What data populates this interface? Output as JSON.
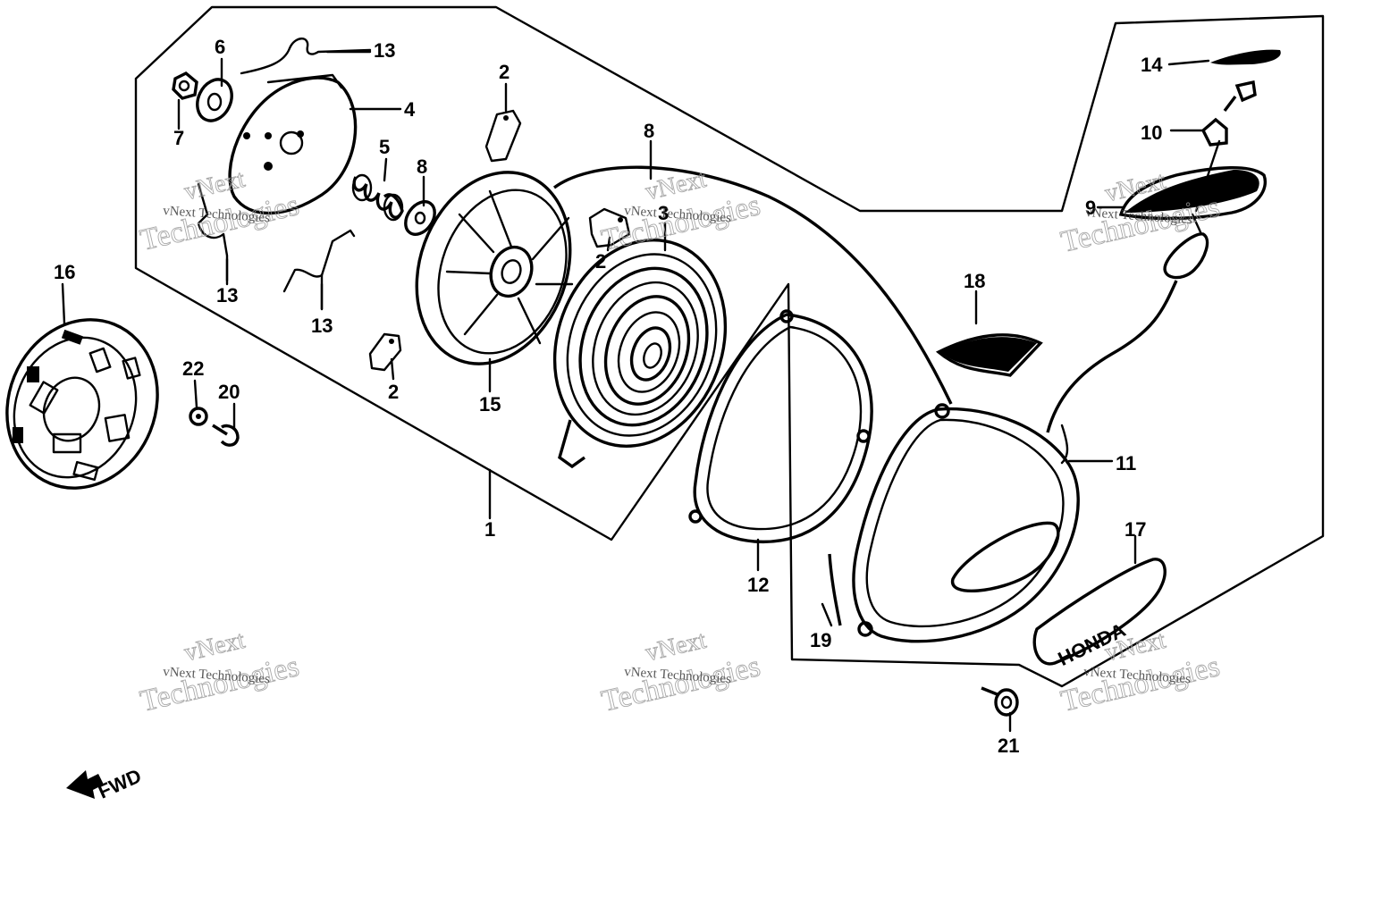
{
  "callouts": [
    {
      "id": "c6",
      "text": "6"
    },
    {
      "id": "c13a",
      "text": "13"
    },
    {
      "id": "c4",
      "text": "4"
    },
    {
      "id": "c7",
      "text": "7"
    },
    {
      "id": "c2a",
      "text": "2"
    },
    {
      "id": "c5",
      "text": "5"
    },
    {
      "id": "c8a",
      "text": "8"
    },
    {
      "id": "c8b",
      "text": "8"
    },
    {
      "id": "c14",
      "text": "14"
    },
    {
      "id": "c10",
      "text": "10"
    },
    {
      "id": "c9",
      "text": "9"
    },
    {
      "id": "c3",
      "text": "3"
    },
    {
      "id": "c2b",
      "text": "2"
    },
    {
      "id": "c13b",
      "text": "13"
    },
    {
      "id": "c13c",
      "text": "13"
    },
    {
      "id": "c16",
      "text": "16"
    },
    {
      "id": "c18",
      "text": "18"
    },
    {
      "id": "c22",
      "text": "22"
    },
    {
      "id": "c20",
      "text": "20"
    },
    {
      "id": "c2c",
      "text": "2"
    },
    {
      "id": "c15",
      "text": "15"
    },
    {
      "id": "c11",
      "text": "11"
    },
    {
      "id": "c1",
      "text": "1"
    },
    {
      "id": "c12",
      "text": "12"
    },
    {
      "id": "c17",
      "text": "17"
    },
    {
      "id": "c19",
      "text": "19"
    },
    {
      "id": "c21",
      "text": "21"
    }
  ],
  "brand_plate_text": "HONDA",
  "direction_label": "FWD",
  "watermark": {
    "big_line_1": "vNext",
    "big_line_2": "Technologies",
    "small": "vNext Technologies"
  }
}
